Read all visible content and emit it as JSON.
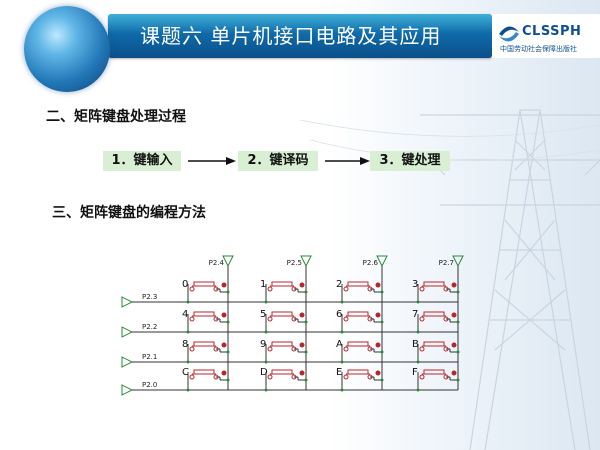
{
  "header": {
    "title": "课题六    单片机接口电路及其应用",
    "logo_text": "CLSSPH",
    "logo_sub": "中国劳动社会保障出版社"
  },
  "section2": {
    "title": "二、矩阵键盘处理过程"
  },
  "flow": {
    "steps": [
      "1．键输入",
      "2．键译码",
      "3．键处理"
    ]
  },
  "section3": {
    "title": "三、矩阵键盘的编程方法"
  },
  "keypad": {
    "columns": [
      "P2.4",
      "P2.5",
      "P2.6",
      "P2.7"
    ],
    "rows": [
      "P2.3",
      "P2.2",
      "P2.1",
      "P2.0"
    ],
    "keys": [
      [
        "0",
        "1",
        "2",
        "3"
      ],
      [
        "4",
        "5",
        "6",
        "7"
      ],
      [
        "8",
        "9",
        "A",
        "B"
      ],
      [
        "C",
        "D",
        "E",
        "F"
      ]
    ]
  },
  "colors": {
    "header_blue": "#0b4f8a",
    "flow_green": "#d8efd3",
    "switch_red": "#b8262c",
    "wire": "#333333"
  }
}
